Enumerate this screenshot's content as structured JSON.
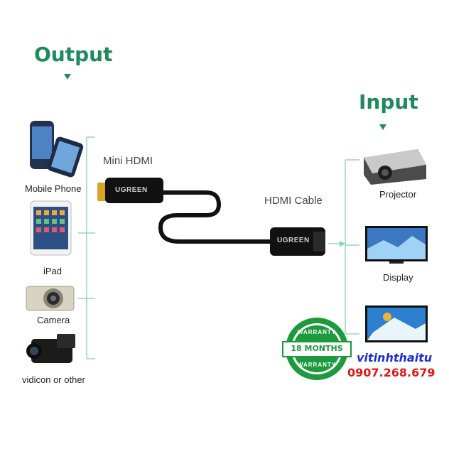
{
  "output": {
    "heading": "Output"
  },
  "input": {
    "heading": "Input"
  },
  "left_devices": [
    {
      "label": "Mobile Phone",
      "icon": "smartphone-icon"
    },
    {
      "label": "iPad",
      "icon": "tablet-icon"
    },
    {
      "label": "Camera",
      "icon": "camera-icon"
    },
    {
      "label": "vidicon or other",
      "icon": "camcorder-icon"
    }
  ],
  "right_devices": [
    {
      "label": "Projector",
      "icon": "projector-icon"
    },
    {
      "label": "Display",
      "icon": "monitor-icon"
    },
    {
      "label": "",
      "icon": "tv-icon"
    }
  ],
  "cable": {
    "mini_label": "Mini HDMI",
    "hdmi_label": "HDMI Cable",
    "brand_text": "UGREEN"
  },
  "badge": {
    "top_text": "WARRANTY",
    "center_text": "18 MONTHS",
    "bottom_text": "WARRANTY",
    "color": "#1c9a3c"
  },
  "shop": {
    "name": "vitinhthaitu",
    "phone": "0907.268.679"
  },
  "colors": {
    "accent": "#1f8a5e",
    "bracket": "#7fcfaa"
  }
}
